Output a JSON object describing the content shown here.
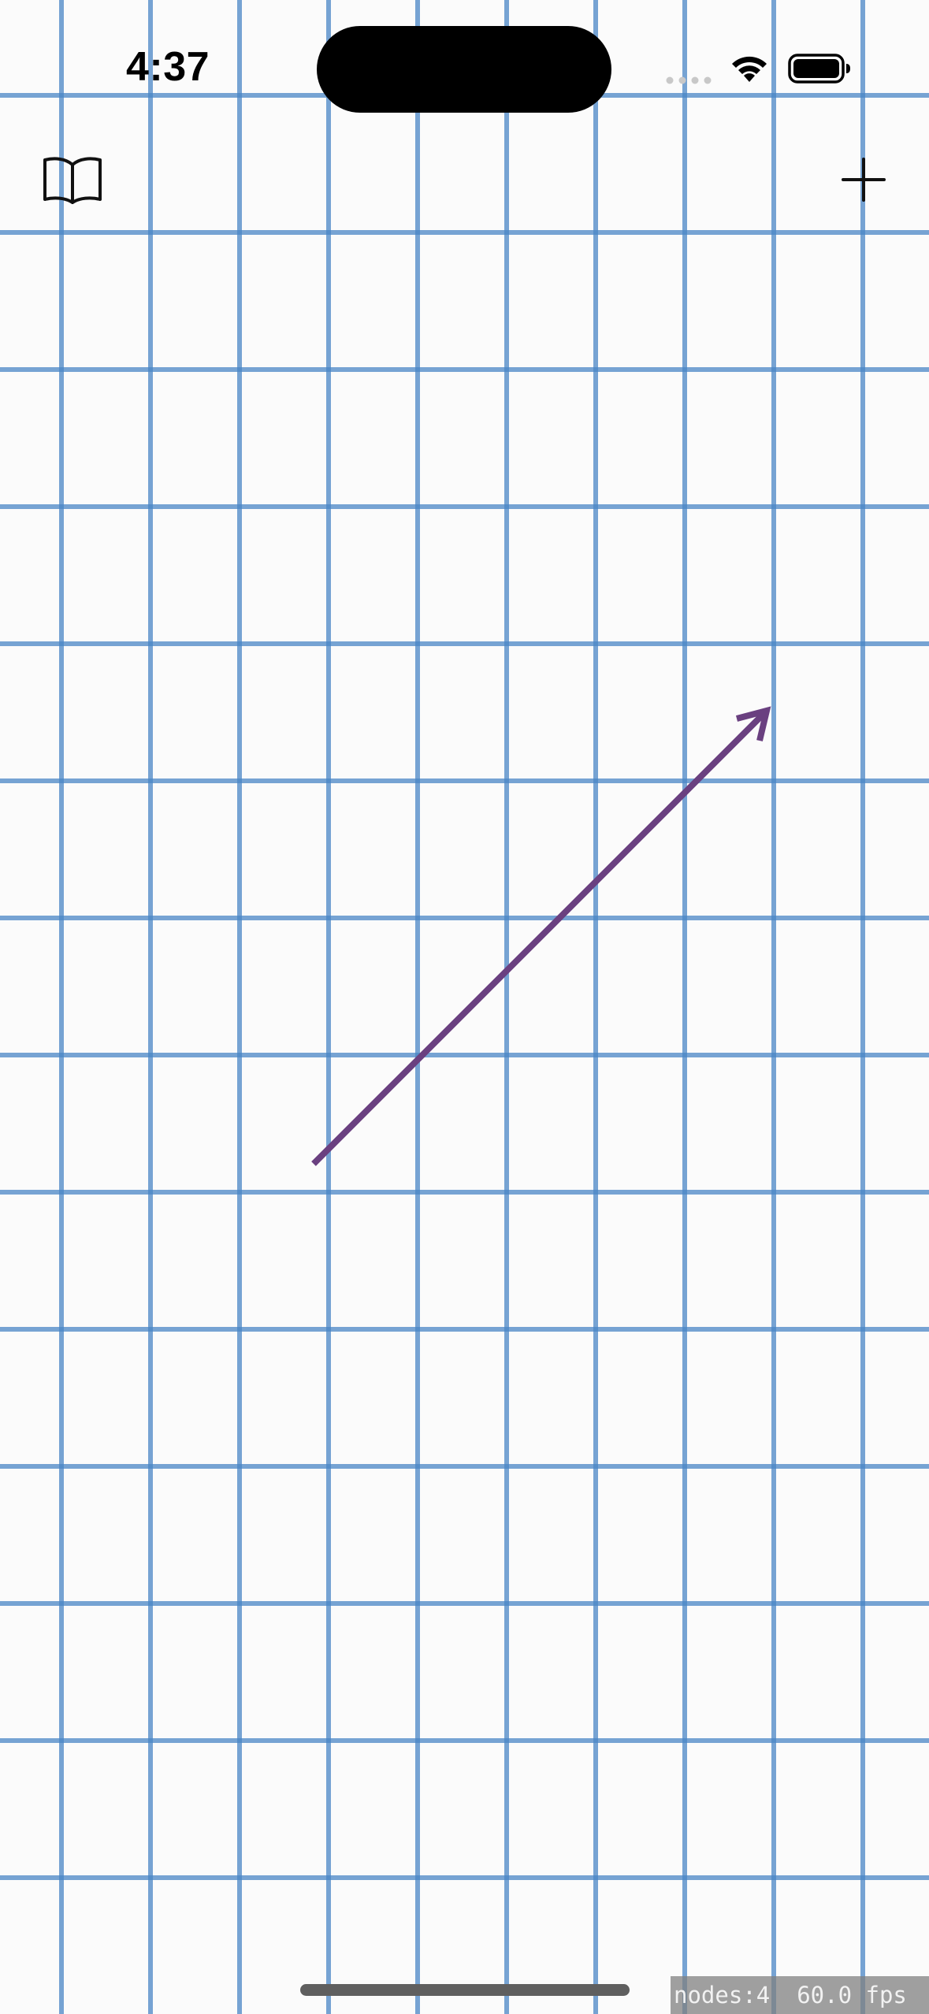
{
  "status_bar": {
    "time": "4:37"
  },
  "toolbar": {
    "left_icon": "book-icon",
    "right_icon": "plus-icon"
  },
  "canvas": {
    "grid_color": "#4a86c5",
    "background_color": "#fbfbfb",
    "arrow_color": "#6a4080"
  },
  "debug": {
    "nodes": "nodes:4",
    "fps": "60.0 fps"
  }
}
